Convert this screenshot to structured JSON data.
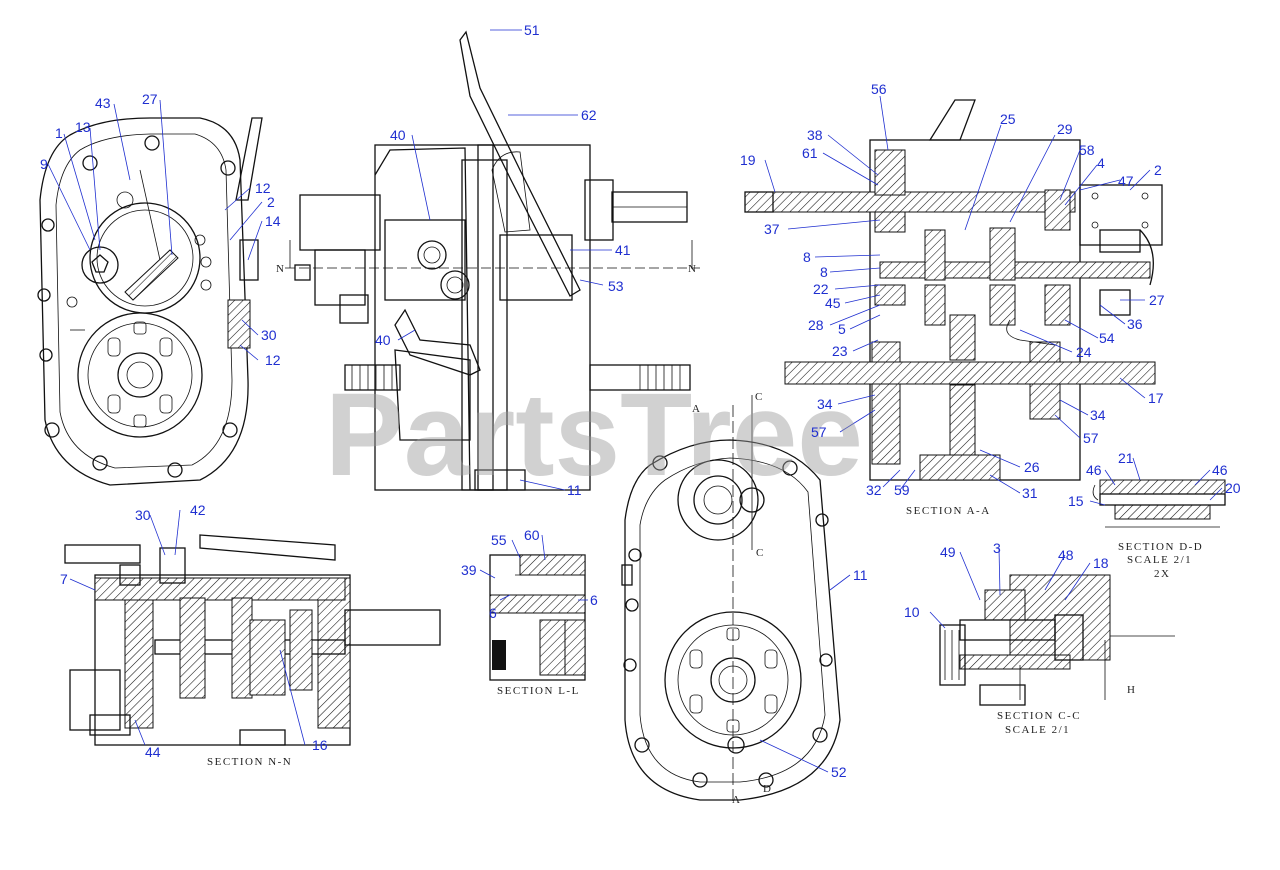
{
  "watermark": "PartsTree",
  "callouts": [
    {
      "id": "c51",
      "text": "51"
    },
    {
      "id": "c62",
      "text": "62"
    },
    {
      "id": "c40a",
      "text": "40"
    },
    {
      "id": "c41",
      "text": "41"
    },
    {
      "id": "c53",
      "text": "53"
    },
    {
      "id": "c40b",
      "text": "40"
    },
    {
      "id": "c11a",
      "text": "11"
    },
    {
      "id": "c43",
      "text": "43"
    },
    {
      "id": "c27a",
      "text": "27"
    },
    {
      "id": "c1",
      "text": "1"
    },
    {
      "id": "c13",
      "text": "13"
    },
    {
      "id": "c9",
      "text": "9"
    },
    {
      "id": "c12a",
      "text": "12"
    },
    {
      "id": "c2a",
      "text": "2"
    },
    {
      "id": "c14",
      "text": "14"
    },
    {
      "id": "c30a",
      "text": "30"
    },
    {
      "id": "c12b",
      "text": "12"
    },
    {
      "id": "c56",
      "text": "56"
    },
    {
      "id": "c25",
      "text": "25"
    },
    {
      "id": "c29",
      "text": "29"
    },
    {
      "id": "c38",
      "text": "38"
    },
    {
      "id": "c61",
      "text": "61"
    },
    {
      "id": "c58",
      "text": "58"
    },
    {
      "id": "c4",
      "text": "4"
    },
    {
      "id": "c2b",
      "text": "2"
    },
    {
      "id": "c19",
      "text": "19"
    },
    {
      "id": "c47",
      "text": "47"
    },
    {
      "id": "c37",
      "text": "37"
    },
    {
      "id": "c8a",
      "text": "8"
    },
    {
      "id": "c8b",
      "text": "8"
    },
    {
      "id": "c22",
      "text": "22"
    },
    {
      "id": "c45",
      "text": "45"
    },
    {
      "id": "c27b",
      "text": "27"
    },
    {
      "id": "c28",
      "text": "28"
    },
    {
      "id": "c5",
      "text": "5"
    },
    {
      "id": "c54",
      "text": "54"
    },
    {
      "id": "c36",
      "text": "36"
    },
    {
      "id": "c23",
      "text": "23"
    },
    {
      "id": "c24",
      "text": "24"
    },
    {
      "id": "c17",
      "text": "17"
    },
    {
      "id": "c34a",
      "text": "34"
    },
    {
      "id": "c34b",
      "text": "34"
    },
    {
      "id": "c57a",
      "text": "57"
    },
    {
      "id": "c57b",
      "text": "57"
    },
    {
      "id": "c26",
      "text": "26"
    },
    {
      "id": "c32",
      "text": "32"
    },
    {
      "id": "c59",
      "text": "59"
    },
    {
      "id": "c31",
      "text": "31"
    },
    {
      "id": "c21",
      "text": "21"
    },
    {
      "id": "c46a",
      "text": "46"
    },
    {
      "id": "c46b",
      "text": "46"
    },
    {
      "id": "c20",
      "text": "20"
    },
    {
      "id": "c15",
      "text": "15"
    },
    {
      "id": "c30b",
      "text": "30"
    },
    {
      "id": "c42",
      "text": "42"
    },
    {
      "id": "c7",
      "text": "7"
    },
    {
      "id": "c44",
      "text": "44"
    },
    {
      "id": "c16",
      "text": "16"
    },
    {
      "id": "c55",
      "text": "55"
    },
    {
      "id": "c60",
      "text": "60"
    },
    {
      "id": "c39",
      "text": "39"
    },
    {
      "id": "c6a",
      "text": "6"
    },
    {
      "id": "c6b",
      "text": "6"
    },
    {
      "id": "c11b",
      "text": "11"
    },
    {
      "id": "c52",
      "text": "52"
    },
    {
      "id": "c3",
      "text": "3"
    },
    {
      "id": "c49",
      "text": "49"
    },
    {
      "id": "c48",
      "text": "48"
    },
    {
      "id": "c18",
      "text": "18"
    },
    {
      "id": "c10",
      "text": "10"
    }
  ],
  "section_labels": {
    "aa": "SECTION  A-A",
    "dd": "SECTION  D-D",
    "dd_scale": "SCALE  2/1",
    "dd_extra": "2X",
    "nn": "SECTION  N-N",
    "ll": "SECTION  L-L",
    "cc": "SECTION  C-C",
    "cc_scale": "SCALE  2/1"
  },
  "view_markers": {
    "n_left": "N",
    "n_right": "N",
    "a_top": "A",
    "a_bottom": "A",
    "c_top": "C",
    "c_bottom": "C",
    "d": "D",
    "h": "H"
  },
  "colors": {
    "callout": "#1f2fd0",
    "ink": "#111111",
    "watermark": "#9a9a9a"
  }
}
